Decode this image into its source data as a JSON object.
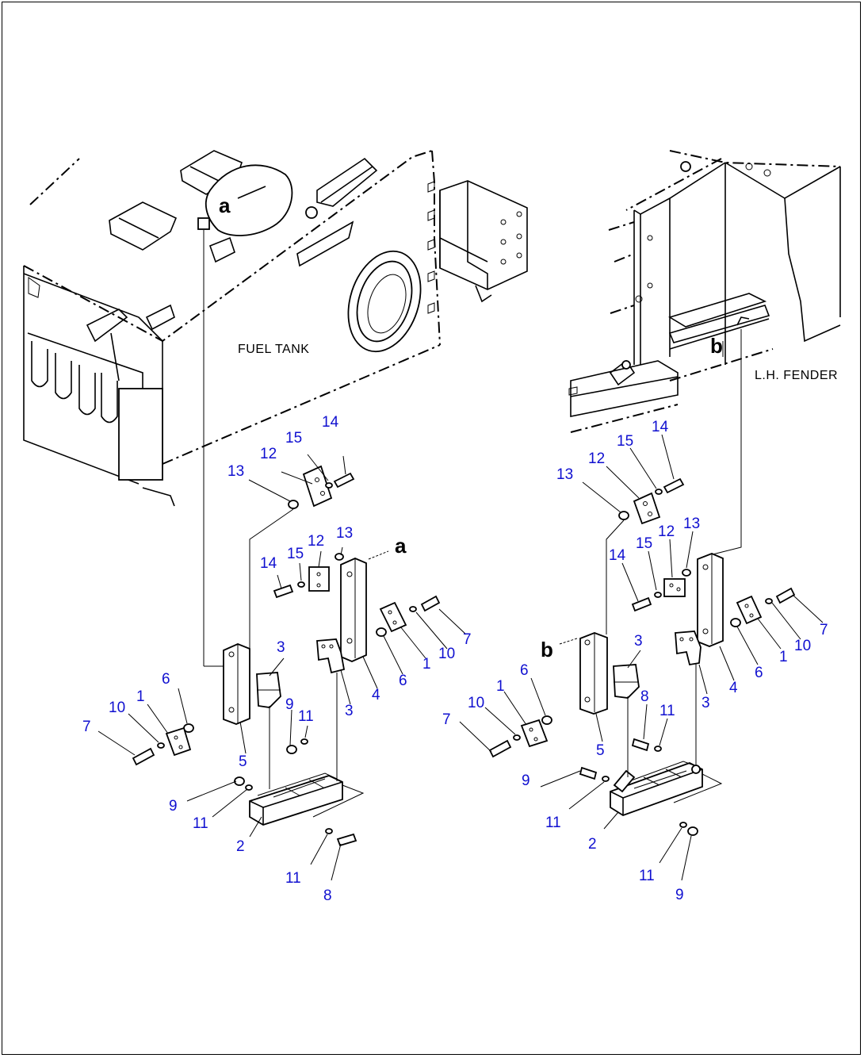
{
  "annotations": {
    "fuel_tank": "FUEL TANK",
    "lh_fender": "L.H. FENDER"
  },
  "view_refs": {
    "a_top": "a",
    "a_side": "a",
    "b_top": "b",
    "b_side": "b"
  },
  "left_assembly": {
    "c14": "14",
    "c15": "15",
    "c12a": "12",
    "c13a": "13",
    "c14b": "14",
    "c15b": "15",
    "c12b": "12",
    "c13b": "13",
    "c7a": "7",
    "c10a": "10",
    "c1a": "1",
    "c6a": "6",
    "c3a": "3",
    "c3b": "3",
    "c4": "4",
    "c6b": "6",
    "c1b": "1",
    "c10b": "10",
    "c7b": "7",
    "c9a": "9",
    "c11a": "11",
    "c5": "5",
    "c9b": "9",
    "c11b": "11",
    "c2": "2",
    "c11c": "11",
    "c8": "8"
  },
  "right_assembly": {
    "c14": "14",
    "c15": "15",
    "c12a": "12",
    "c13a": "13",
    "c14b": "14",
    "c15b": "15",
    "c12b": "12",
    "c13b": "13",
    "c6a": "6",
    "c1a": "1",
    "c10a": "10",
    "c7a": "7",
    "c3a": "3",
    "c8": "8",
    "c11a": "11",
    "c5": "5",
    "c3b": "3",
    "c4": "4",
    "c6b": "6",
    "c1b": "1",
    "c10b": "10",
    "c7b": "7",
    "c9a": "9",
    "c11b": "11",
    "c2": "2",
    "c11c": "11",
    "c9b": "9"
  }
}
